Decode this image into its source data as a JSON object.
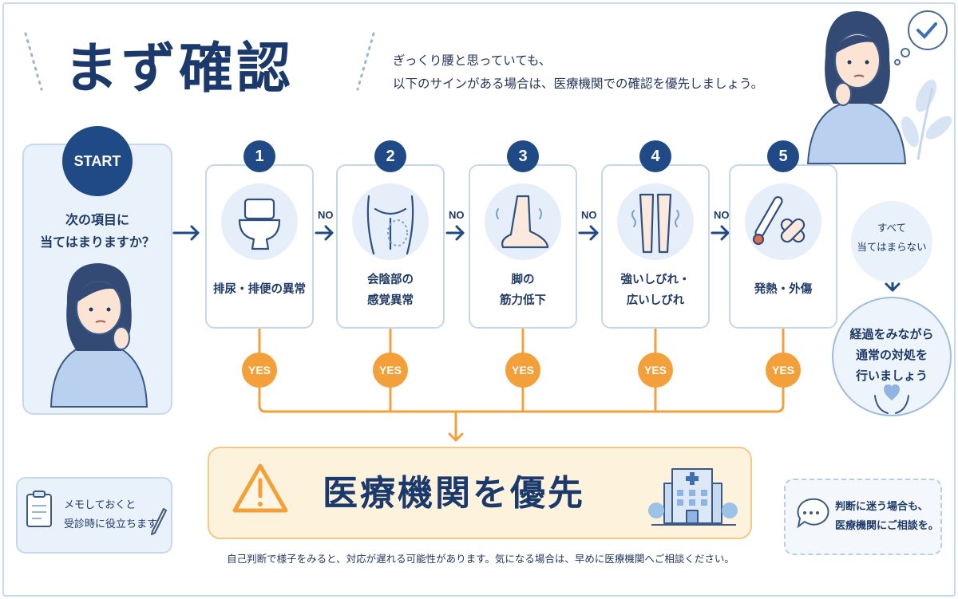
{
  "header": {
    "title": "まず確認",
    "intro_line1": "ぎっくり腰と思っていても、",
    "intro_line2": "以下のサインがある場合は、医療機関での確認を優先しましょう。"
  },
  "start": {
    "badge": "START",
    "question_line1": "次の項目に",
    "question_line2": "当てはまりますか？"
  },
  "steps": [
    {
      "number": "1",
      "label_line1": "排尿・排便の異常",
      "label_line2": "",
      "icon": "toilet-icon"
    },
    {
      "number": "2",
      "label_line1": "会陰部の",
      "label_line2": "感覚異常",
      "icon": "pelvis-icon"
    },
    {
      "number": "3",
      "label_line1": "脚の",
      "label_line2": "筋力低下",
      "icon": "foot-icon"
    },
    {
      "number": "4",
      "label_line1": "強いしびれ・",
      "label_line2": "広いしびれ",
      "icon": "legs-numbness-icon"
    },
    {
      "number": "5",
      "label_line1": "発熱・外傷",
      "label_line2": "",
      "icon": "thermometer-bandage-icon"
    }
  ],
  "flow": {
    "no_label": "NO",
    "yes_label": "YES"
  },
  "side": {
    "none_line1": "すべて",
    "none_line2": "当てはまらない",
    "ok_line1": "経過をみながら",
    "ok_line2": "通常の対処を",
    "ok_line3": "行いましょう"
  },
  "result": {
    "title": "医療機関を優先",
    "note": "自己判断で様子をみると、対応が遅れる可能性があります。気になる場合は、早めに医療機関へご相談ください。"
  },
  "memo": {
    "line1": "メモしておくと",
    "line2": "受診時に役立ちます"
  },
  "consult": {
    "line1": "判断に迷う場合も、",
    "line2": "医療機関にご相談を。"
  },
  "colors": {
    "navy": "#1f4a86",
    "orange": "#f4a03a",
    "light_blue": "#e9f1fb",
    "cream": "#fdf3dc"
  }
}
